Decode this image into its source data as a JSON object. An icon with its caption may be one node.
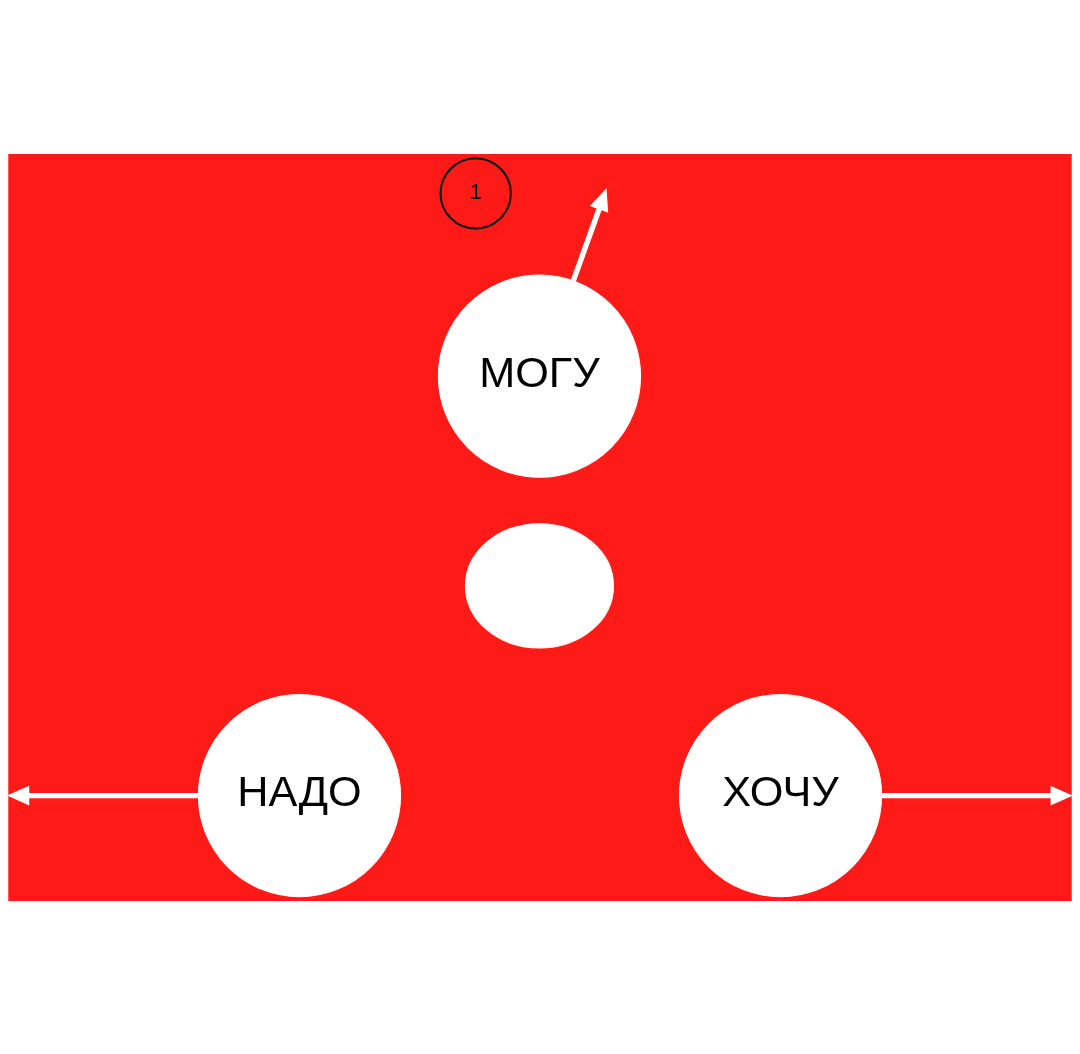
{
  "diagram": {
    "nodes": [
      {
        "text": [
          "1"
        ]
      },
      {
        "text": [
          "МОГУ"
        ]
      },
      {
        "text": [],
        "shape": "ellipse"
      },
      {
        "text": [
          "НАДО"
        ]
      },
      {
        "text": [
          "ХОЧУ"
        ]
      }
    ],
    "edges": [
      {
        "from": 1,
        "to": null,
        "arrow": "to"
      },
      {
        "from": 3,
        "to": null,
        "arrow": "to"
      },
      {
        "from": 4,
        "to": null,
        "arrow": "to"
      }
    ]
  }
}
